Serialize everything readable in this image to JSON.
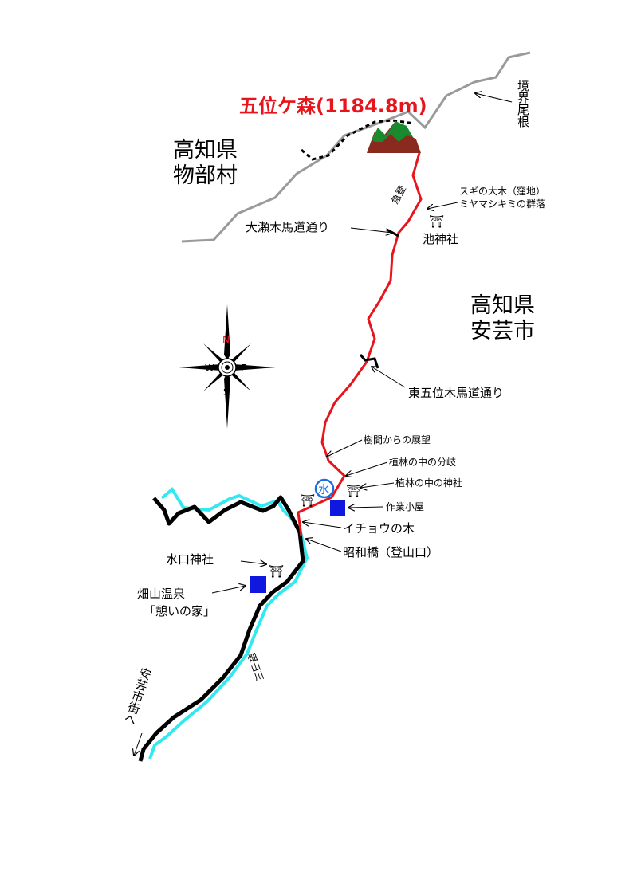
{
  "title": "五位ケ森(1184.8m)",
  "colors": {
    "route": "#e8141c",
    "river": "#33e8f0",
    "ridge": "#9a9a9a",
    "facility": "#1018e0",
    "water": "#1a6fe0",
    "peak_green": "#1a8a2e",
    "peak_brown": "#8a2a1e"
  },
  "regions": {
    "monobe": [
      "高知県",
      "物部村"
    ],
    "aki": [
      "高知県",
      "安芸市"
    ]
  },
  "compass": {
    "n": "N",
    "e": "E",
    "s": "S",
    "w": "W"
  },
  "labels": {
    "boundary_ridge": "境界尾根",
    "sugi": "スギの大木（窪地）",
    "miyama": "ミヤマシキミの群落",
    "kyuto": "急登",
    "ike_shrine": "池神社",
    "oose": "大瀬木馬道通り",
    "higashi": "東五位木馬道通り",
    "view": "樹間からの展望",
    "fork": "植林の中の分岐",
    "shrine_in_forest": "植林の中の神社",
    "hut": "作業小屋",
    "ginkgo": "イチョウの木",
    "bridge": "昭和橋（登山口）",
    "mizuguchi": "水口神社",
    "onsen": [
      "畑山温泉",
      "「憩いの家」"
    ],
    "river": "畑山川",
    "to_aki": "安芸市街へ",
    "water_mark": "水",
    "torii": "⛩"
  }
}
